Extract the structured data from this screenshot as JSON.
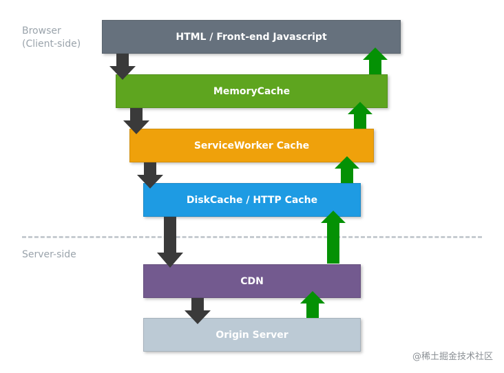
{
  "zones": {
    "browser": "Browser\n(Client-side)",
    "server": "Server-side"
  },
  "layers": [
    {
      "label": "HTML / Front-end Javascript",
      "color": "#66717d"
    },
    {
      "label": "MemoryCache",
      "color": "#5ea51f"
    },
    {
      "label": "ServiceWorker Cache",
      "color": "#efa10b"
    },
    {
      "label": "DiskCache / HTTP Cache",
      "color": "#1e9be3"
    },
    {
      "label": "CDN",
      "color": "#735a8f"
    },
    {
      "label": "Origin Server",
      "color": "#bccad5"
    }
  ],
  "arrow_colors": {
    "down": "#3a3a3a",
    "up": "#049104"
  },
  "watermark": "@稀土掘金技术社区"
}
